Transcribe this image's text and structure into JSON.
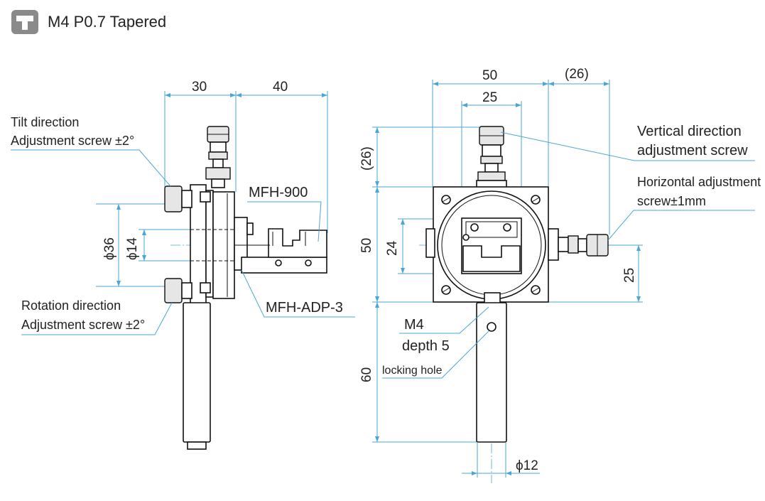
{
  "header": {
    "title": "M4 P0.7 Tapered",
    "icon": "tapered-screw-icon"
  },
  "side_view": {
    "dim_30": "30",
    "dim_40": "40",
    "dia_36": "ϕ36",
    "dia_14": "ϕ14",
    "tilt_line1": "Tilt direction",
    "tilt_line2": "Adjustment screw ±2°",
    "mfh900": "MFH-900",
    "mfhadp": "MFH-ADP-3",
    "rot_line1": "Rotation direction",
    "rot_line2": "Adjustment screw ±2°"
  },
  "front_view": {
    "dim_50_top": "50",
    "dim_26_top": "(26)",
    "dim_25_top": "25",
    "dim_26_left": "(26)",
    "dim_50_left": "50",
    "dim_24": "24",
    "dim_25_right": "25",
    "dim_60": "60",
    "dia_12": "ϕ12",
    "vert_line1": "Vertical direction",
    "vert_line2": "adjustment screw",
    "horiz_line1": "Horizontal adjustment",
    "horiz_line2": "screw±1mm",
    "m4": "M4",
    "depth": "depth 5",
    "locking": "locking hole"
  },
  "colors": {
    "dimension": "#4aa6d6",
    "outline": "#111111",
    "icon": "#8a8a8a"
  }
}
